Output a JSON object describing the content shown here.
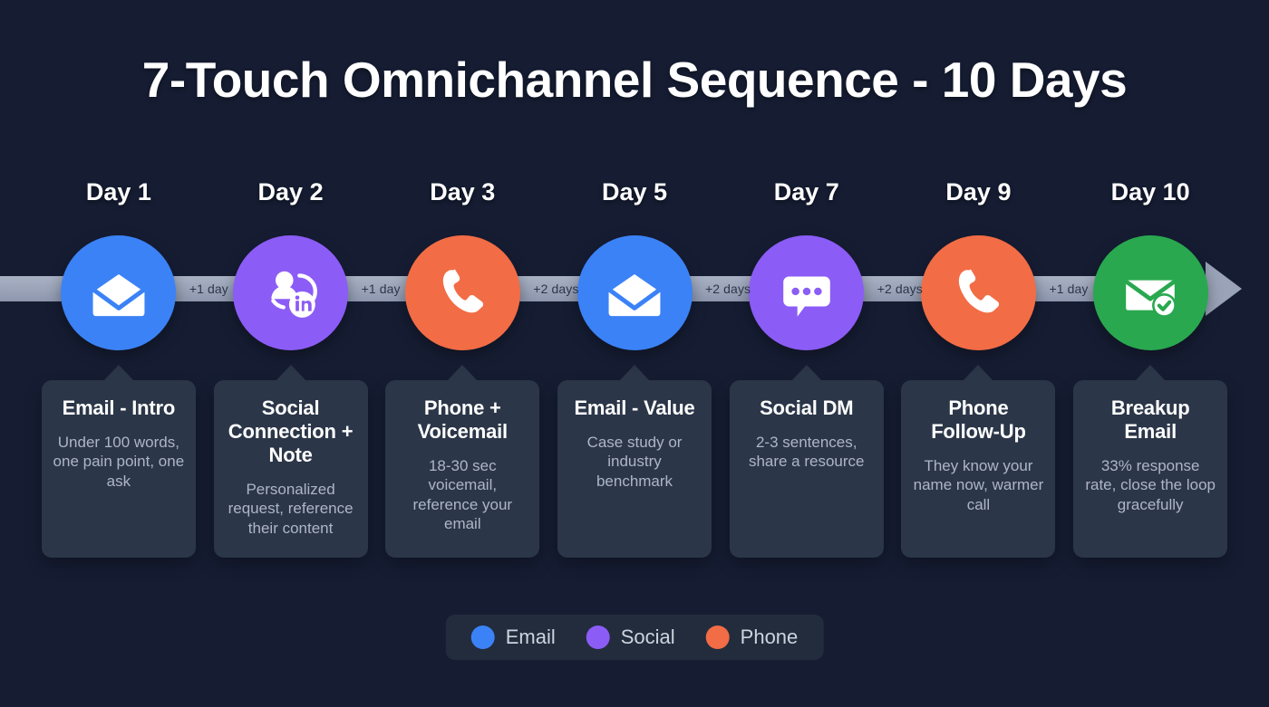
{
  "title": "7-Touch Omnichannel Sequence - 10 Days",
  "colors": {
    "background": "#161d33",
    "card": "#2b3648",
    "rail": "#9aa3b8",
    "email": "#3b82f6",
    "social": "#8b5cf6",
    "phone": "#f26c45",
    "breakup": "#29a84f"
  },
  "steps": [
    {
      "day": "Day 1",
      "icon": "email-send-icon",
      "color": "#3b82f6",
      "channel": "Email",
      "title": "Email - Intro",
      "desc": "Under 100 words, one pain point, one ask",
      "gap": "+1 day"
    },
    {
      "day": "Day 2",
      "icon": "linkedin-connection-icon",
      "color": "#8b5cf6",
      "channel": "Social",
      "title": "Social Connection + Note",
      "desc": "Personalized request, reference their content",
      "gap": "+1 day"
    },
    {
      "day": "Day 3",
      "icon": "phone-icon",
      "color": "#f26c45",
      "channel": "Phone",
      "title": "Phone + Voicemail",
      "desc": "18-30 sec voicemail, reference your email",
      "gap": "+2 days"
    },
    {
      "day": "Day 5",
      "icon": "email-send-icon",
      "color": "#3b82f6",
      "channel": "Email",
      "title": "Email - Value",
      "desc": "Case study or industry benchmark",
      "gap": "+2 days"
    },
    {
      "day": "Day 7",
      "icon": "chat-bubble-dots-icon",
      "color": "#8b5cf6",
      "channel": "Social",
      "title": "Social DM",
      "desc": "2-3 sentences, share a resource",
      "gap": "+2 days"
    },
    {
      "day": "Day 9",
      "icon": "phone-icon",
      "color": "#f26c45",
      "channel": "Phone",
      "title": "Phone Follow-Up",
      "desc": "They know your name now, warmer call",
      "gap": "+1 day"
    },
    {
      "day": "Day 10",
      "icon": "email-check-icon",
      "color": "#29a84f",
      "channel": "Email",
      "title": "Breakup Email",
      "desc": "33% response rate, close the loop gracefully",
      "gap": ""
    }
  ],
  "legend": [
    {
      "label": "Email",
      "color": "#3b82f6"
    },
    {
      "label": "Social",
      "color": "#8b5cf6"
    },
    {
      "label": "Phone",
      "color": "#f26c45"
    }
  ]
}
